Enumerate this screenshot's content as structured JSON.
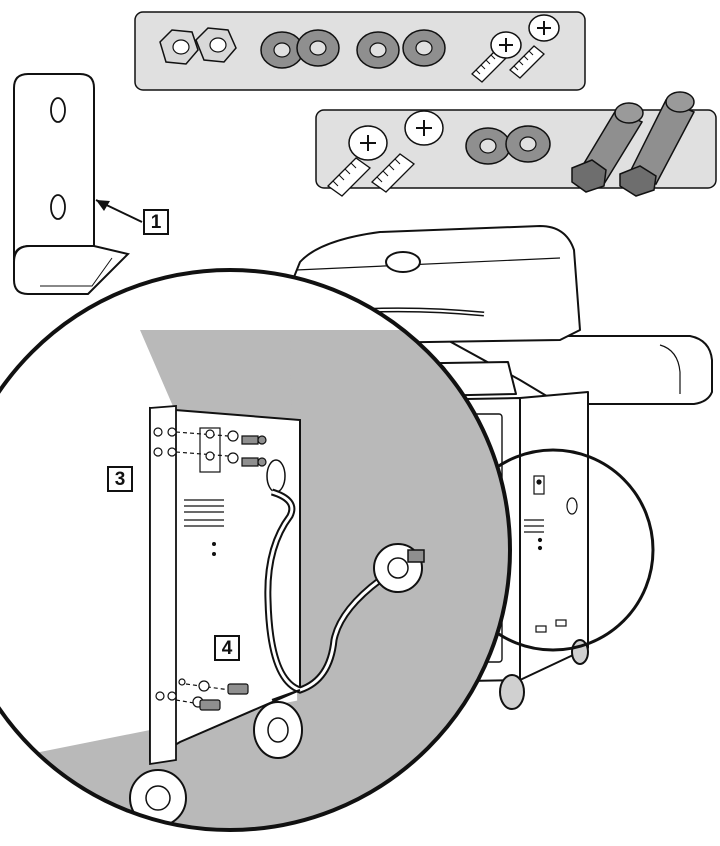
{
  "diagram": {
    "step_labels": {
      "step1": "1",
      "step3": "3",
      "step4": "4"
    },
    "hardware_tray_top": [
      "hex-nut",
      "hex-nut",
      "washer",
      "washer",
      "washer",
      "washer",
      "screw",
      "screw"
    ],
    "hardware_tray_bottom": [
      "screw",
      "screw",
      "washer",
      "washer",
      "caster-post",
      "caster-post"
    ],
    "colors": {
      "tray": "#e0e0e0",
      "metal_dark": "#8f8f8f",
      "zoom_background": "#b9b9b9",
      "line": "#111111"
    }
  }
}
